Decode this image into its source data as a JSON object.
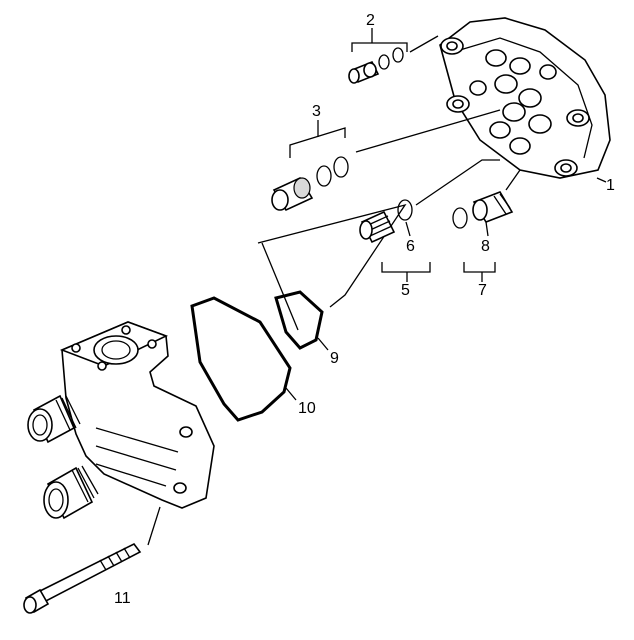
{
  "diagram": {
    "type": "exploded-parts-view",
    "callouts": {
      "c1": "1",
      "c2": "2",
      "c3": "3",
      "c5": "5",
      "c6": "6",
      "c7": "7",
      "c8": "8",
      "c9": "9",
      "c10": "10",
      "c11": "11"
    }
  }
}
